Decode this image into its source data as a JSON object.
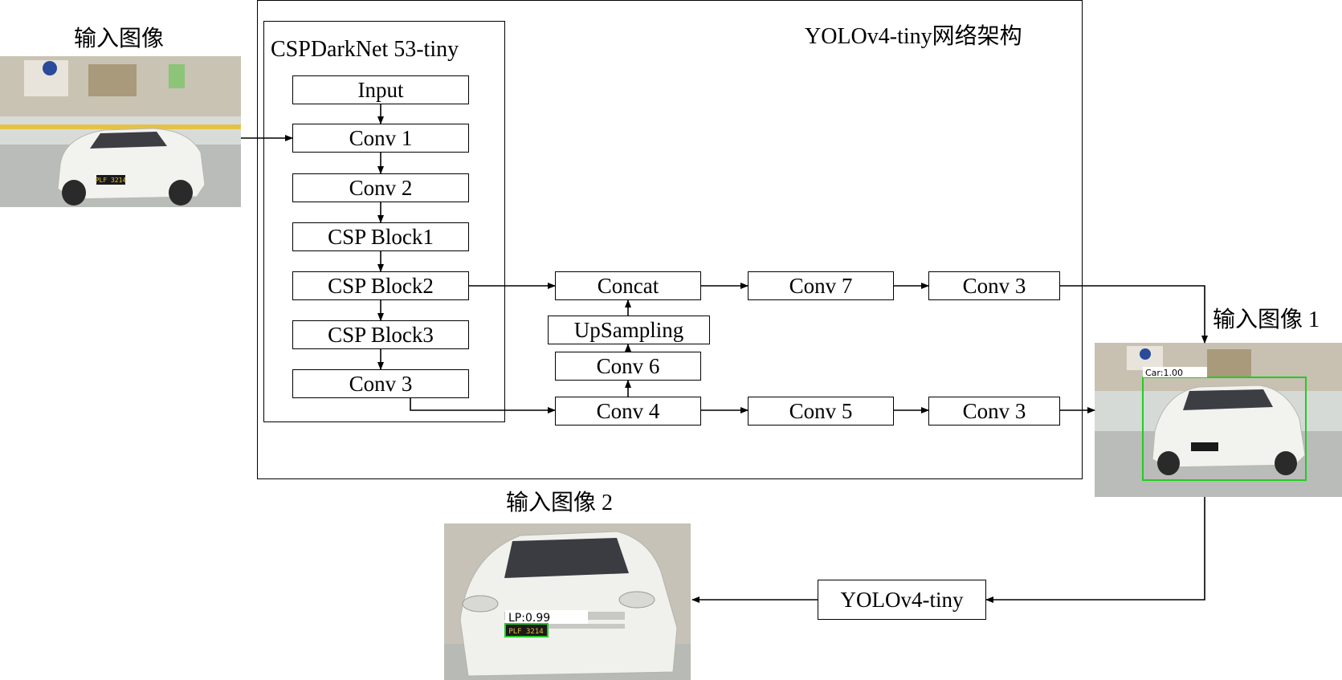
{
  "labels": {
    "input_image": "输入图像",
    "input_image_1": "输入图像 1",
    "input_image_2": "输入图像 2",
    "architecture_title": "YOLOv4-tiny网络架构",
    "backbone_title": "CSPDarkNet 53-tiny"
  },
  "backbone": {
    "input": "Input",
    "conv1": "Conv 1",
    "conv2": "Conv 2",
    "csp1": "CSP Block1",
    "csp2": "CSP Block2",
    "csp3": "CSP Block3",
    "conv3": "Conv 3"
  },
  "neck": {
    "concat": "Concat",
    "upsampling": "UpSampling",
    "conv6": "Conv 6",
    "conv4": "Conv 4",
    "conv7": "Conv 7",
    "conv5": "Conv 5",
    "head_top": "Conv 3",
    "head_bottom": "Conv 3"
  },
  "second_stage": {
    "label": "YOLOv4-tiny"
  },
  "detections": {
    "car": "Car:1.00",
    "plate_detection": "LP:0.99",
    "plate_text": "PLF 3214"
  },
  "colors": {
    "detection_box": "#22cc22",
    "line": "#000000"
  }
}
